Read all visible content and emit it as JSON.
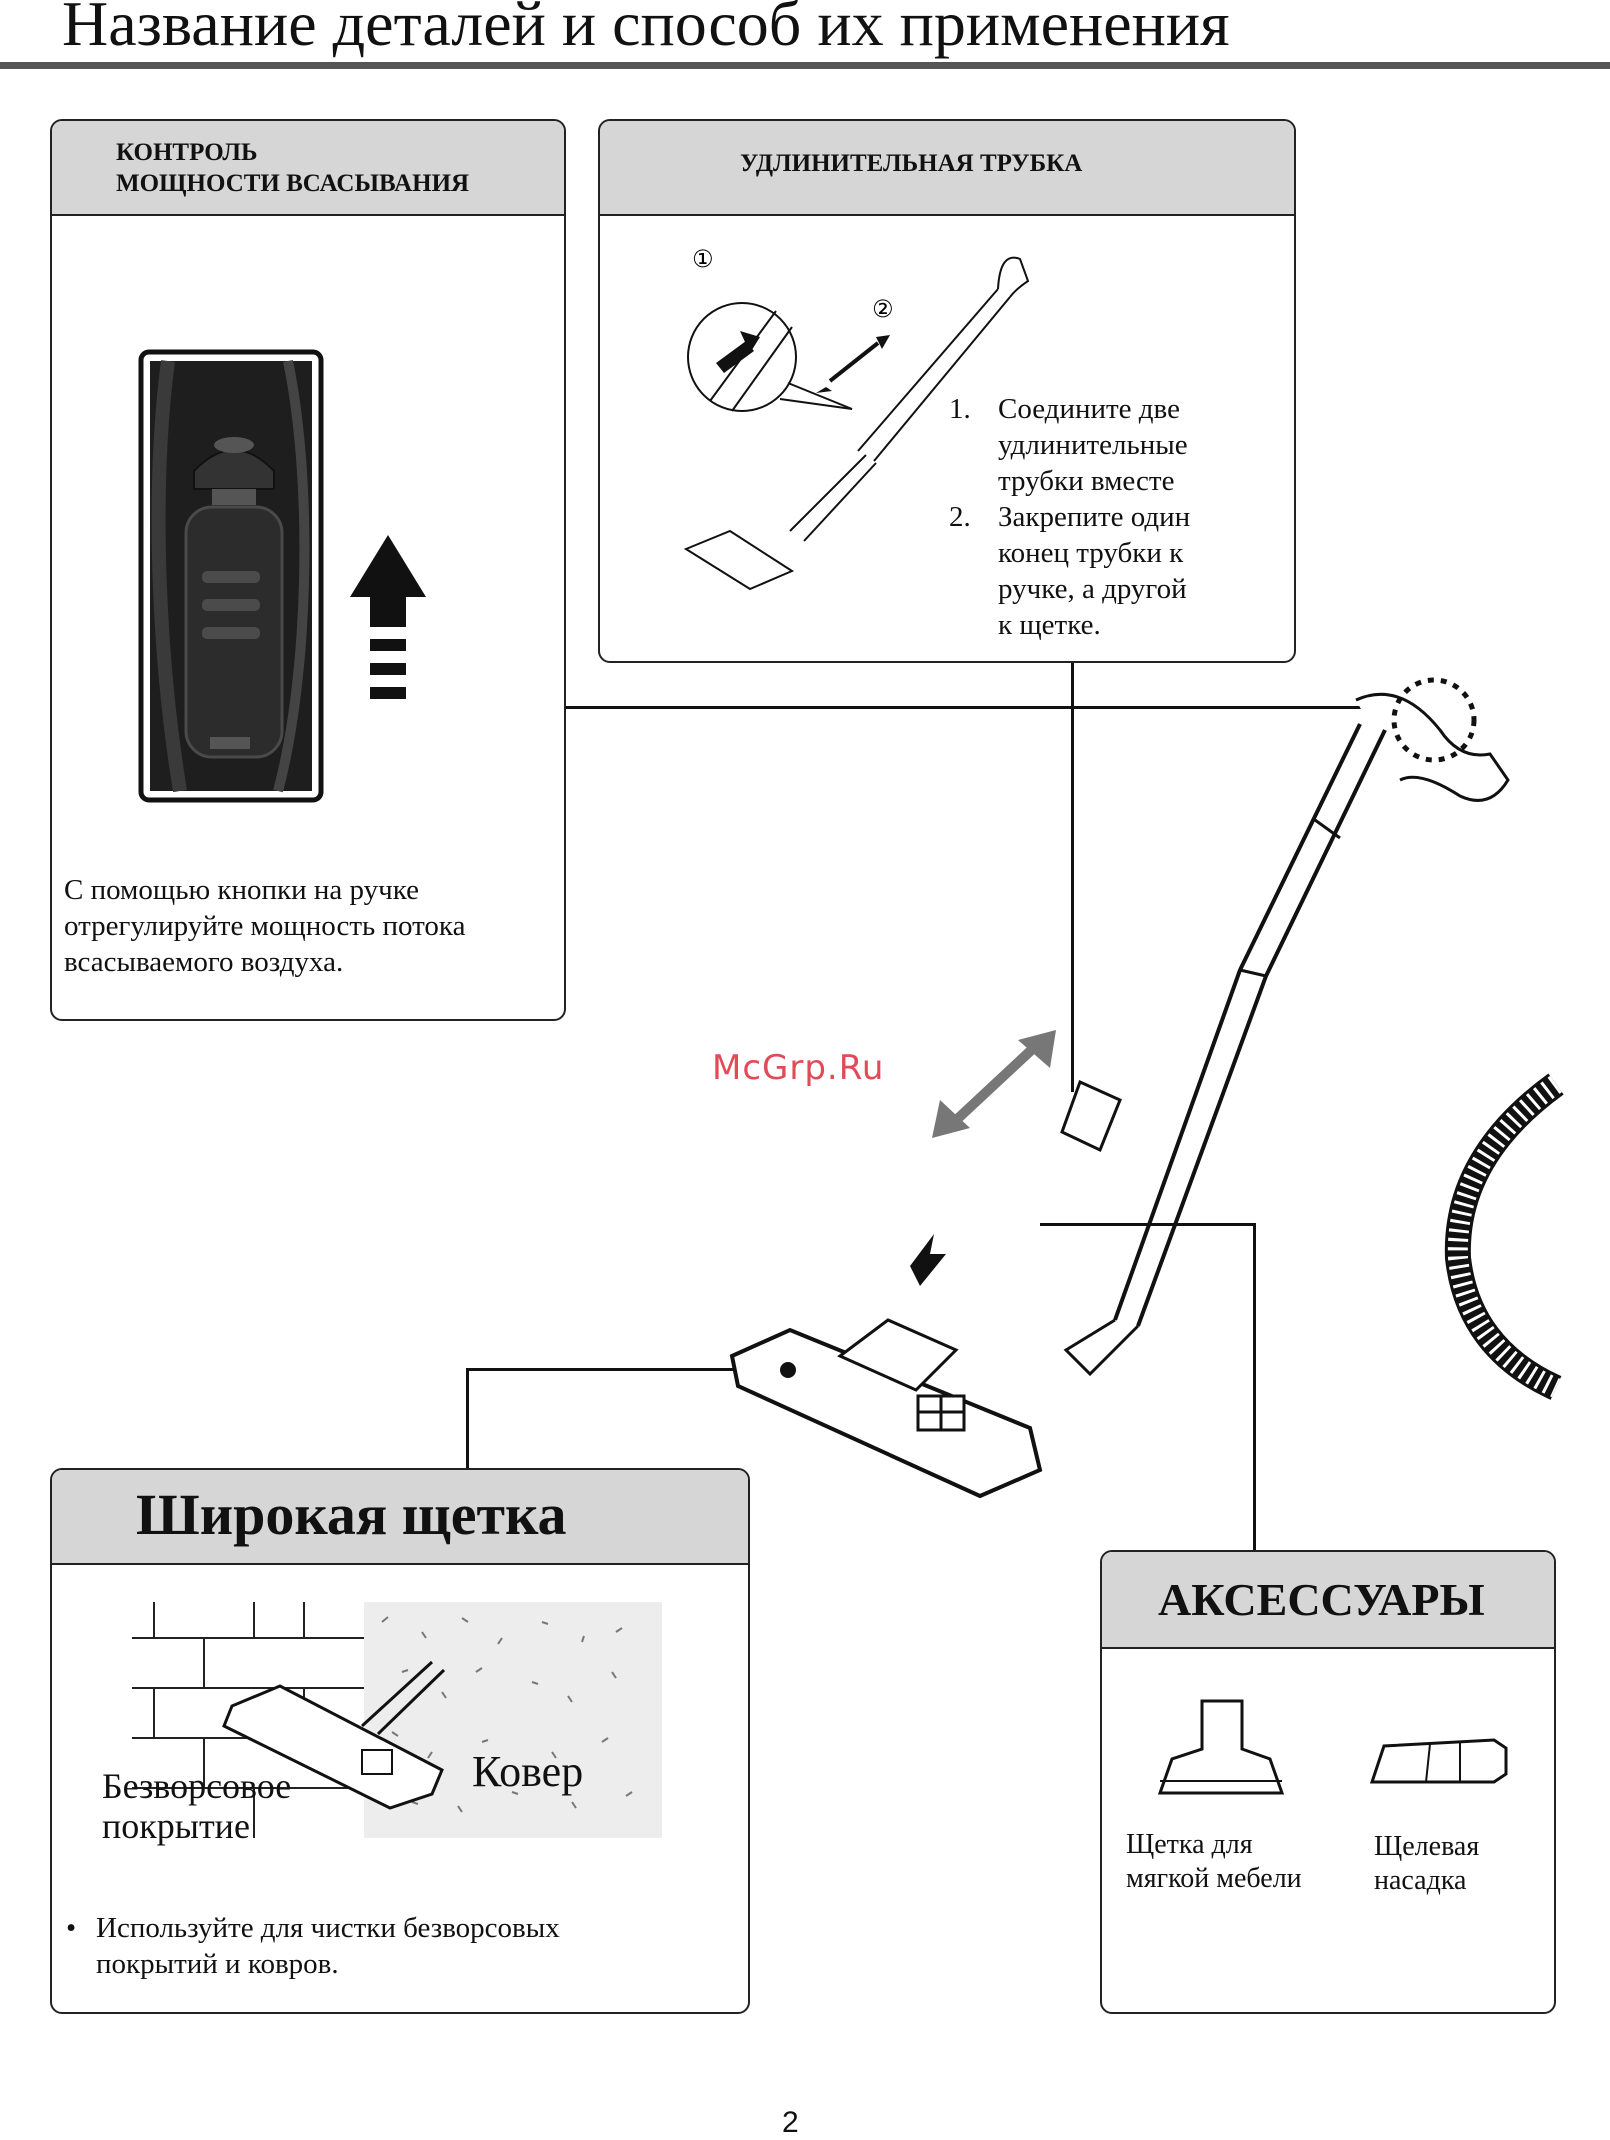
{
  "page": {
    "title": "Название деталей и способ их применения",
    "number": "2",
    "watermark": "McGrp.Ru"
  },
  "suction_panel": {
    "heading_line1": "КОНТРОЛЬ",
    "heading_line2": "МОЩНОСТИ ВСАСЫВАНИЯ",
    "text_line1": "С помощью кнопки на ручке",
    "text_line2": "отрегулируйте мощность потока",
    "text_line3": "всасываемого воздуха."
  },
  "tube_panel": {
    "heading": "УДЛИНИТЕЛЬНАЯ ТРУБКА",
    "step1_number": "1.",
    "step1_line1": "Соедините две",
    "step1_line2": "удлинительные",
    "step1_line3": "трубки вместе",
    "step2_number": "2.",
    "step2_line1": "Закрепите один",
    "step2_line2": "конец трубки к",
    "step2_line3": "ручке, а другой",
    "step2_line4": "к щетке.",
    "marker1": "①",
    "marker2": "②"
  },
  "brush_panel": {
    "heading": "Широкая щетка",
    "label_floor_line1": "Безворсовое",
    "label_floor_line2": "покрытие",
    "label_carpet": "Ковер",
    "bullet": "•",
    "note_line1": "Используйте для чистки безворсовых",
    "note_line2": "покрытий и ковров."
  },
  "accessories_panel": {
    "heading": "АКСЕССУАРЫ",
    "item1_line1": "Щетка для",
    "item1_line2": "мягкой мебели",
    "item2_line1": "Щелевая",
    "item2_line2": "насадка"
  },
  "icons": [
    "power-button-photo",
    "up-arrow-icon",
    "double-arrow-icon",
    "vacuum-illustration",
    "upholstery-brush-icon",
    "crevice-nozzle-icon",
    "hose-icon"
  ],
  "colors": {
    "header_gray": "#d6d6d6",
    "rule_gray": "#555555",
    "watermark": "#e04b57"
  }
}
